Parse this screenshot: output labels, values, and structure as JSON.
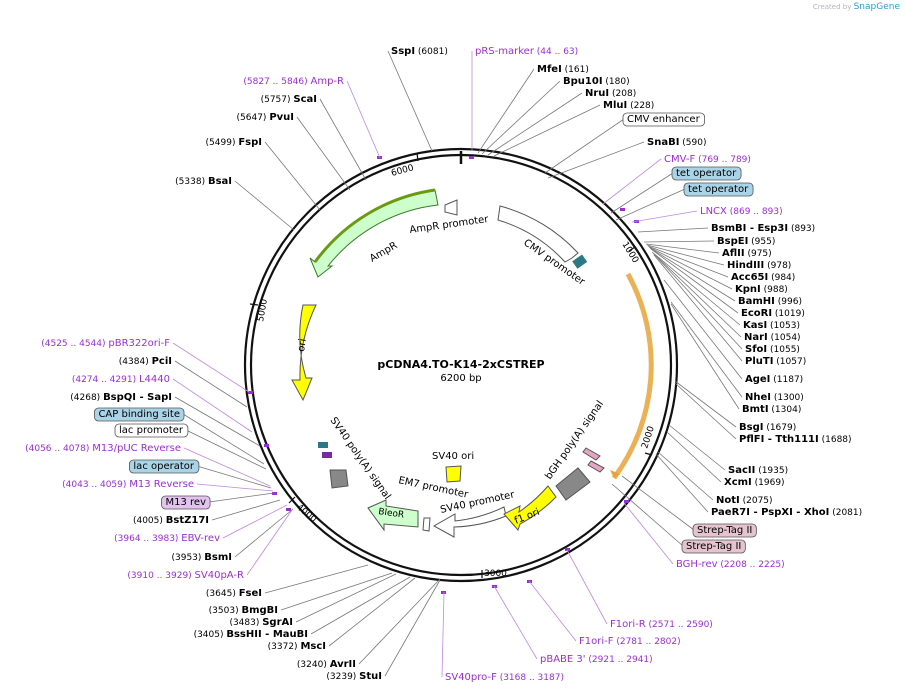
{
  "credit": {
    "prefix": "Created by",
    "brand": "SnapGene"
  },
  "plasmid": {
    "name": "pCDNA4.TO-K14-2xCSTREP",
    "length": "6200 bp"
  },
  "ring_ticks": [
    "1000",
    "2000",
    "3000",
    "4000",
    "5000",
    "6000"
  ],
  "features": [
    {
      "label": "AmpR promoter"
    },
    {
      "label": "AmpR"
    },
    {
      "label": "CMV promoter"
    },
    {
      "label": "ori"
    },
    {
      "label": "SV40 poly(A) signal"
    },
    {
      "label": "EM7 promoter"
    },
    {
      "label": "BleoR"
    },
    {
      "label": "SV40 ori"
    },
    {
      "label": "SV40 promoter"
    },
    {
      "label": "f1 ori"
    },
    {
      "label": "bGH poly(A) signal"
    }
  ],
  "annotations": [
    {
      "pos": "(6081)",
      "name": "SspI",
      "kind": "enzyme"
    },
    {
      "name": "pRS-marker",
      "range": "(44 .. 63)",
      "kind": "primer"
    },
    {
      "name": "MfeI",
      "pos": "(161)",
      "kind": "enzyme"
    },
    {
      "name": "Bpu10I",
      "pos": "(180)",
      "kind": "enzyme"
    },
    {
      "name": "NruI",
      "pos": "(208)",
      "kind": "enzyme"
    },
    {
      "name": "MluI",
      "pos": "(228)",
      "kind": "enzyme"
    },
    {
      "name": "CMV enhancer",
      "kind": "boxed"
    },
    {
      "name": "SnaBI",
      "pos": "(590)",
      "kind": "enzyme"
    },
    {
      "name": "CMV-F",
      "range": "(769 .. 789)",
      "kind": "primer"
    },
    {
      "name": "tet operator",
      "kind": "boxed-teal"
    },
    {
      "name": "tet operator",
      "kind": "boxed-teal"
    },
    {
      "name": "LNCX",
      "range": "(869 .. 893)",
      "kind": "primer"
    },
    {
      "name": "BsmBI",
      "name2": "Esp3I",
      "pos": "(893)",
      "kind": "enzyme2"
    },
    {
      "name": "BspEI",
      "pos": "(955)",
      "kind": "enzyme"
    },
    {
      "name": "AflII",
      "pos": "(975)",
      "kind": "enzyme"
    },
    {
      "name": "HindIII",
      "pos": "(978)",
      "kind": "enzyme"
    },
    {
      "name": "Acc65I",
      "pos": "(984)",
      "kind": "enzyme"
    },
    {
      "name": "KpnI",
      "pos": "(988)",
      "kind": "enzyme"
    },
    {
      "name": "BamHI",
      "pos": "(996)",
      "kind": "enzyme"
    },
    {
      "name": "EcoRI",
      "pos": "(1019)",
      "kind": "enzyme"
    },
    {
      "name": "KasI",
      "pos": "(1053)",
      "kind": "enzyme"
    },
    {
      "name": "NarI",
      "pos": "(1054)",
      "kind": "enzyme"
    },
    {
      "name": "SfoI",
      "pos": "(1055)",
      "kind": "enzyme"
    },
    {
      "name": "PluTI",
      "pos": "(1057)",
      "kind": "enzyme"
    },
    {
      "name": "AgeI",
      "pos": "(1187)",
      "kind": "enzyme"
    },
    {
      "name": "NheI",
      "pos": "(1300)",
      "kind": "enzyme"
    },
    {
      "name": "BmtI",
      "pos": "(1304)",
      "kind": "enzyme"
    },
    {
      "name": "BsgI",
      "pos": "(1679)",
      "kind": "enzyme"
    },
    {
      "name": "PflFI",
      "name2": "Tth111I",
      "pos": "(1688)",
      "kind": "enzyme2"
    },
    {
      "name": "SacII",
      "pos": "(1935)",
      "kind": "enzyme"
    },
    {
      "name": "XcmI",
      "pos": "(1969)",
      "kind": "enzyme"
    },
    {
      "name": "NotI",
      "pos": "(2075)",
      "kind": "enzyme"
    },
    {
      "name": "PaeR7I",
      "name2": "PspXI",
      "name3": "XhoI",
      "pos": "(2081)",
      "kind": "enzyme3"
    },
    {
      "name": "Strep-Tag II",
      "kind": "boxed-pink"
    },
    {
      "name": "Strep-Tag II",
      "kind": "boxed-pink"
    },
    {
      "name": "BGH-rev",
      "range": "(2208 .. 2225)",
      "kind": "primer"
    },
    {
      "name": "F1ori-R",
      "range": "(2571 .. 2590)",
      "kind": "primer"
    },
    {
      "name": "F1ori-F",
      "range": "(2781 .. 2802)",
      "kind": "primer"
    },
    {
      "name": "pBABE 3'",
      "range": "(2921 .. 2941)",
      "kind": "primer"
    },
    {
      "name": "SV40pro-F",
      "range": "(3168 .. 3187)",
      "kind": "primer"
    },
    {
      "pos": "(3239)",
      "name": "StuI",
      "kind": "enzyme"
    },
    {
      "pos": "(3240)",
      "name": "AvrII",
      "kind": "enzyme"
    },
    {
      "pos": "(3372)",
      "name": "MscI",
      "kind": "enzyme"
    },
    {
      "pos": "(3405)",
      "name": "BssHII",
      "name2": "MauBI",
      "kind": "enzyme2"
    },
    {
      "pos": "(3483)",
      "name": "SgrAI",
      "kind": "enzyme"
    },
    {
      "pos": "(3503)",
      "name": "BmgBI",
      "kind": "enzyme"
    },
    {
      "pos": "(3645)",
      "name": "FseI",
      "kind": "enzyme"
    },
    {
      "range": "(3910 .. 3929)",
      "name": "SV40pA-R",
      "kind": "primer"
    },
    {
      "pos": "(3953)",
      "name": "BsmI",
      "kind": "enzyme"
    },
    {
      "range": "(3964 .. 3983)",
      "name": "EBV-rev",
      "kind": "primer"
    },
    {
      "pos": "(4005)",
      "name": "BstZ17I",
      "kind": "enzyme"
    },
    {
      "name": "M13 rev",
      "kind": "boxed-purple"
    },
    {
      "range": "(4043 .. 4059)",
      "name": "M13 Reverse",
      "kind": "primer"
    },
    {
      "name": "lac operator",
      "kind": "boxed-teal"
    },
    {
      "range": "(4056 .. 4078)",
      "name": "M13/pUC Reverse",
      "kind": "primer"
    },
    {
      "name": "lac promoter",
      "kind": "boxed"
    },
    {
      "name": "CAP binding site",
      "kind": "boxed-teal"
    },
    {
      "pos": "(4268)",
      "name": "BspQI",
      "name2": "SapI",
      "kind": "enzyme2"
    },
    {
      "range": "(4274 .. 4291)",
      "name": "L4440",
      "kind": "primer"
    },
    {
      "pos": "(4384)",
      "name": "PciI",
      "kind": "enzyme"
    },
    {
      "range": "(4525 .. 4544)",
      "name": "pBR322ori-F",
      "kind": "primer"
    },
    {
      "pos": "(5338)",
      "name": "BsaI",
      "kind": "enzyme"
    },
    {
      "pos": "(5499)",
      "name": "FspI",
      "kind": "enzyme"
    },
    {
      "pos": "(5647)",
      "name": "PvuI",
      "kind": "enzyme"
    },
    {
      "pos": "(5757)",
      "name": "ScaI",
      "kind": "enzyme"
    },
    {
      "range": "(5827 .. 5846)",
      "name": "Amp-R",
      "kind": "primer"
    }
  ],
  "colors": {
    "enzyme": "#000000",
    "primer": "#9a2fd0",
    "teal_box": "#a9d3e6",
    "pink_box": "#e5c4cf",
    "purple_box": "#e2c2ef",
    "ampr_fill": "#ccffcc",
    "ori_fill": "#ffff00",
    "bleor_fill": "#ccffcc",
    "leader": "#777777"
  }
}
